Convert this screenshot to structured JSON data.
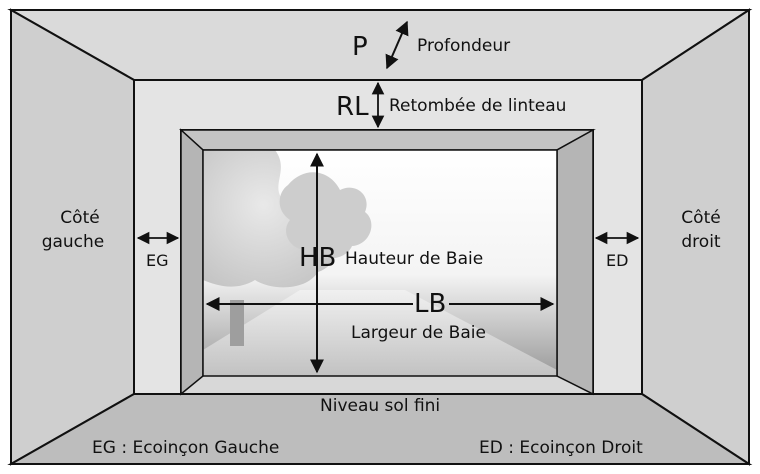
{
  "labels": {
    "p_abbr": "P",
    "p_text": "Profondeur",
    "rl_abbr": "RL",
    "rl_text": "Retombée de linteau",
    "left_side": [
      "Côté",
      "gauche"
    ],
    "right_side": [
      "Côté",
      "droit"
    ],
    "eg_abbr": "EG",
    "ed_abbr": "ED",
    "hb_abbr": "HB",
    "hb_text": "Hauteur de Baie",
    "lb_abbr": "LB",
    "lb_text": "Largeur de Baie",
    "floor": "Niveau sol fini",
    "legend_eg": "EG : Ecoinçon Gauche",
    "legend_ed": "ED : Ecoinçon Droit"
  },
  "colors": {
    "frame": "#111111",
    "wall_face": "#e4e4e4",
    "side_wall": "#cfcfcf",
    "ceiling": "#dadada",
    "floor": "#bdbdbd",
    "opening_light": "#ffffff",
    "opening_shadow": "#8e8e8e"
  }
}
